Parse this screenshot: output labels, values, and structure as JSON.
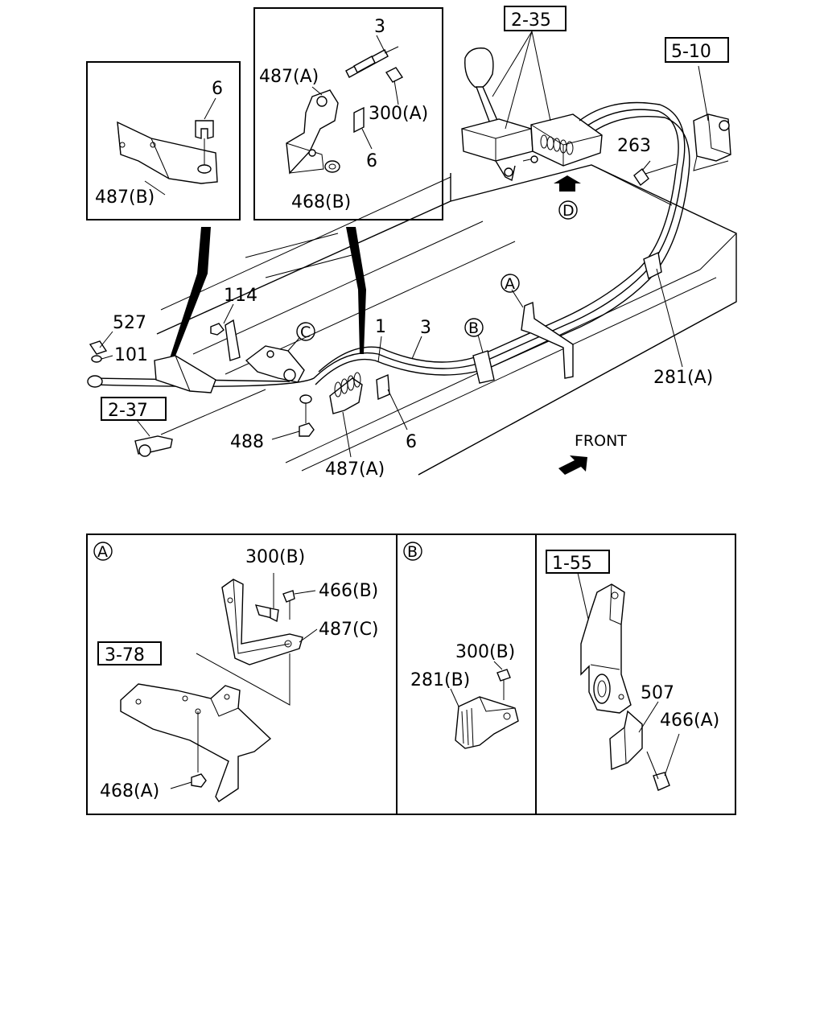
{
  "inset_b_487": {
    "labels": [
      "6",
      "487(B)"
    ]
  },
  "inset_a_487": {
    "labels": [
      "3",
      "487(A)",
      "300(A)",
      "6",
      "468(B)"
    ]
  },
  "main": {
    "refs": [
      "2-35",
      "5-10",
      "2-37"
    ],
    "labels": [
      "263",
      "114",
      "527",
      "101",
      "1",
      "3",
      "281(A)",
      "488",
      "6",
      "487(A)"
    ],
    "circled": [
      "A",
      "B",
      "C",
      "D"
    ],
    "front_label": "FRONT"
  },
  "detail_a": {
    "marker": "A",
    "ref": "3-78",
    "labels": [
      "300(B)",
      "466(B)",
      "487(C)",
      "468(A)"
    ]
  },
  "detail_b": {
    "marker": "B",
    "labels": [
      "300(B)",
      "281(B)"
    ]
  },
  "detail_c": {
    "ref": "1-55",
    "labels": [
      "507",
      "466(A)"
    ]
  }
}
